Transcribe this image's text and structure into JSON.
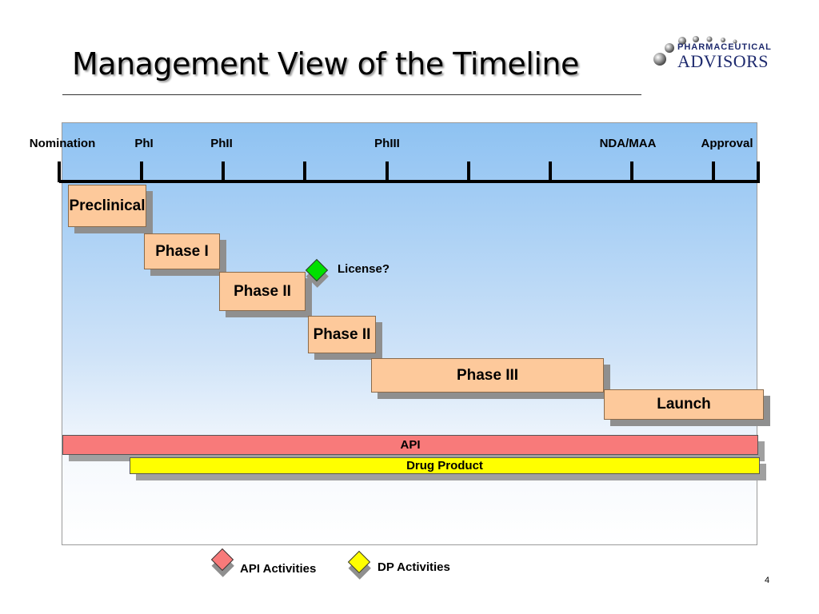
{
  "title": "Management View of the Timeline",
  "logo": {
    "small_text": "PHARMACEUTICAL",
    "big_text": "ADVISORS"
  },
  "milestones": [
    "Nomination",
    "PhI",
    "PhII",
    "PhIII",
    "NDA/MAA",
    "Approval"
  ],
  "phases": [
    "Preclinical",
    "Phase I",
    "Phase II",
    "Phase II",
    "Phase III",
    "Launch"
  ],
  "license_label": "License?",
  "bars": {
    "api": "API",
    "drug_product": "Drug Product"
  },
  "legend": {
    "api": "API Activities",
    "dp": "DP Activities"
  },
  "colors": {
    "phase_box": "#fdc99b",
    "api": "#f87a7a",
    "drug_product": "#ffff00",
    "license_diamond": "#00e000",
    "api_diamond": "#f87a7a",
    "dp_diamond": "#ffff00"
  },
  "page_number": "4"
}
